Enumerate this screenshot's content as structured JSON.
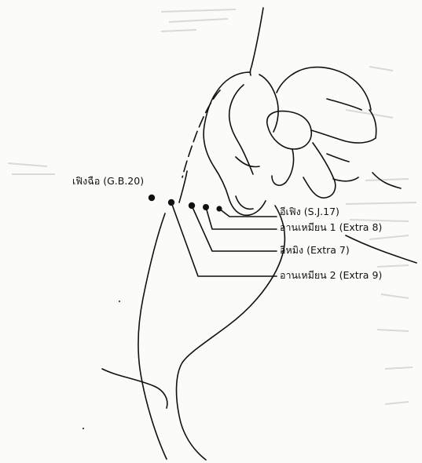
{
  "labels": {
    "fengchi": "เฟิงฉือ (G.B.20)",
    "yifeng": "อีเฟิง (S.J.17)",
    "anmian1": "อานเหมียน 1 (Extra 8)",
    "yiming": "อีหมิง (Extra 7)",
    "anmian2": "อานเหมียน 2 (Extra 9)"
  },
  "colors": {
    "ink": "#111111",
    "paper": "#fbfbf9",
    "ghost": "#d6d6d2"
  }
}
